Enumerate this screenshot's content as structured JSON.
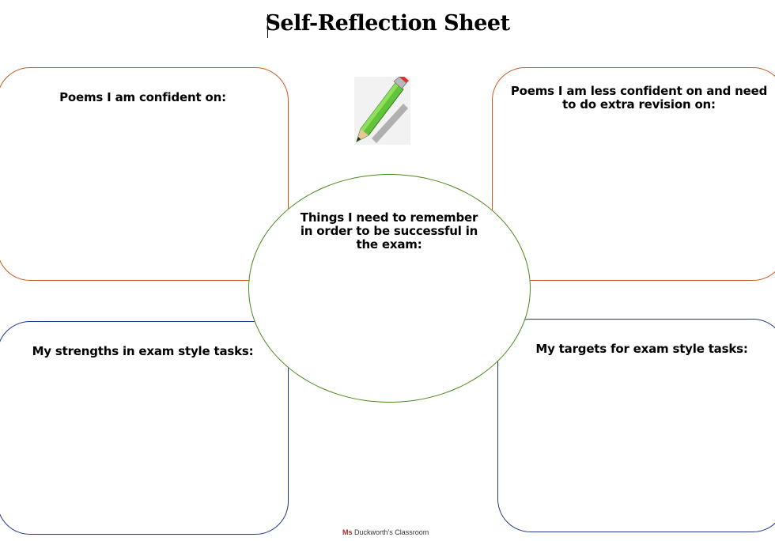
{
  "title": "Self-Reflection Sheet",
  "sections": {
    "confident": "Poems I am confident on:",
    "less_confident": "Poems I am less confident on and need to do extra revision on:",
    "remember": "Things I need to remember in order to be successful in the exam:",
    "strengths": "My strengths in exam style tasks:",
    "targets": "My targets for exam style tasks:"
  },
  "footer": {
    "mark": "Ms",
    "text": "Duckworth's Classroom"
  },
  "colors": {
    "top_boxes": "#c65a1e",
    "bottom_boxes": "#1f3a8a",
    "oval": "#4a8a1c"
  },
  "icons": {
    "center_image": "pencil-icon"
  }
}
